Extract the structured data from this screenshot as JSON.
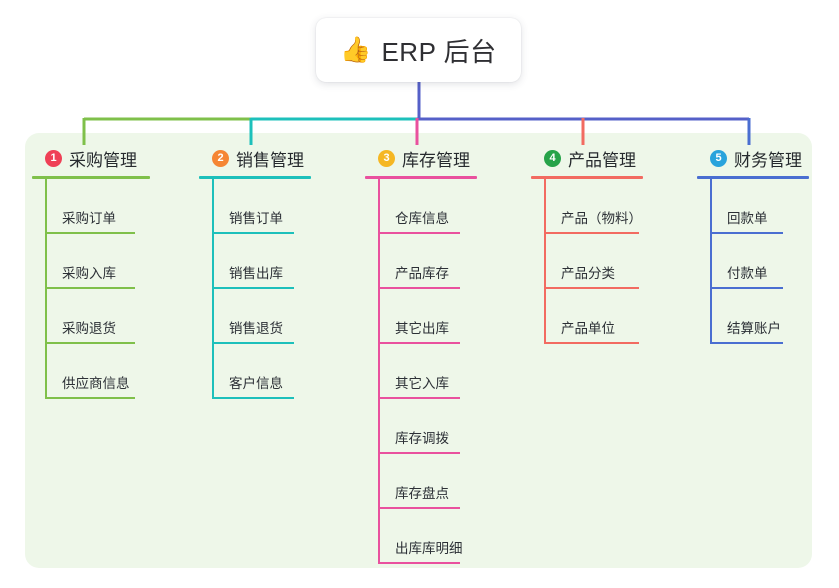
{
  "diagram": {
    "title": "ERP 后台",
    "root": {
      "icon": "thumbs-up-icon",
      "emoji": "👍",
      "label": "ERP 后台"
    },
    "panel_color": "#eef7e9",
    "columns": [
      {
        "index": "1",
        "badge_color": "#ef4056",
        "line_color": "#7fc04a",
        "title": "采购管理",
        "children": [
          "采购订单",
          "采购入库",
          "采购退货",
          "供应商信息"
        ]
      },
      {
        "index": "2",
        "badge_color": "#f58634",
        "line_color": "#1dc0bb",
        "title": "销售管理",
        "children": [
          "销售订单",
          "销售出库",
          "销售退货",
          "客户信息"
        ]
      },
      {
        "index": "3",
        "badge_color": "#f5b723",
        "line_color": "#e9519e",
        "title": "库存管理",
        "children": [
          "仓库信息",
          "产品库存",
          "其它出库",
          "其它入库",
          "库存调拨",
          "库存盘点",
          "出库库明细"
        ]
      },
      {
        "index": "4",
        "badge_color": "#26a349",
        "line_color": "#f26b61",
        "title": "产品管理",
        "children": [
          "产品（物料）",
          "产品分类",
          "产品单位"
        ]
      },
      {
        "index": "5",
        "badge_color": "#29a3dc",
        "line_color": "#4a6ed1",
        "title": "财务管理",
        "children": [
          "回款单",
          "付款单",
          "结算账户"
        ]
      }
    ],
    "trunk_color": "#5560c8"
  }
}
